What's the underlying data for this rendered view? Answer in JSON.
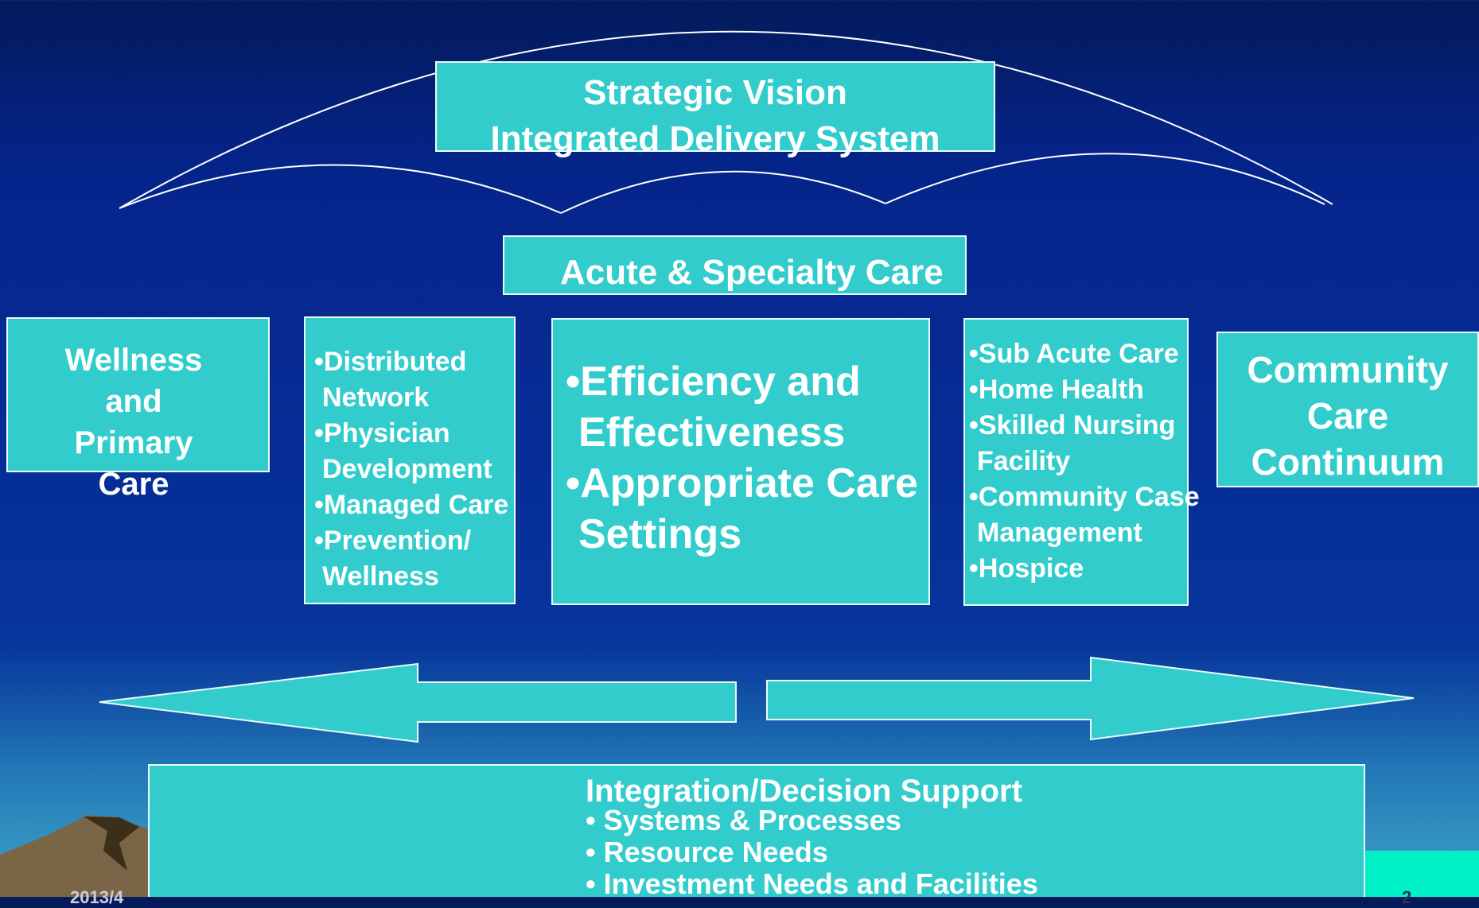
{
  "title_box": {
    "line1": "Strategic Vision",
    "line2": "Integrated Delivery System"
  },
  "acute_box": {
    "label": "Acute & Specialty Care"
  },
  "wellness_box": {
    "lines": [
      "Wellness",
      "and",
      "Primary",
      "Care"
    ]
  },
  "network_box": {
    "lines": [
      "•Distributed",
      " Network",
      "•Physician",
      " Development",
      "•Managed Care",
      "•Prevention/",
      " Wellness"
    ]
  },
  "efficiency_box": {
    "lines": [
      "•Efficiency and",
      " Effectiveness",
      "•Appropriate Care",
      " Settings"
    ]
  },
  "subacute_box": {
    "lines": [
      "•Sub Acute Care",
      "•Home Health",
      "•Skilled Nursing",
      " Facility",
      "•Community Case",
      " Management",
      "•Hospice"
    ]
  },
  "community_box": {
    "lines": [
      "Community",
      "Care",
      "Continuum"
    ]
  },
  "integration_box": {
    "title": "Integration/Decision Support",
    "items": [
      "• Systems & Processes",
      "• Resource Needs",
      "• Investment Needs and Facilities"
    ]
  },
  "footer": {
    "date": "2013/4",
    "page": "2"
  },
  "colors": {
    "box_fill": "#33cccc",
    "text": "#ffffff",
    "corner_accent": "#00f0c8"
  }
}
